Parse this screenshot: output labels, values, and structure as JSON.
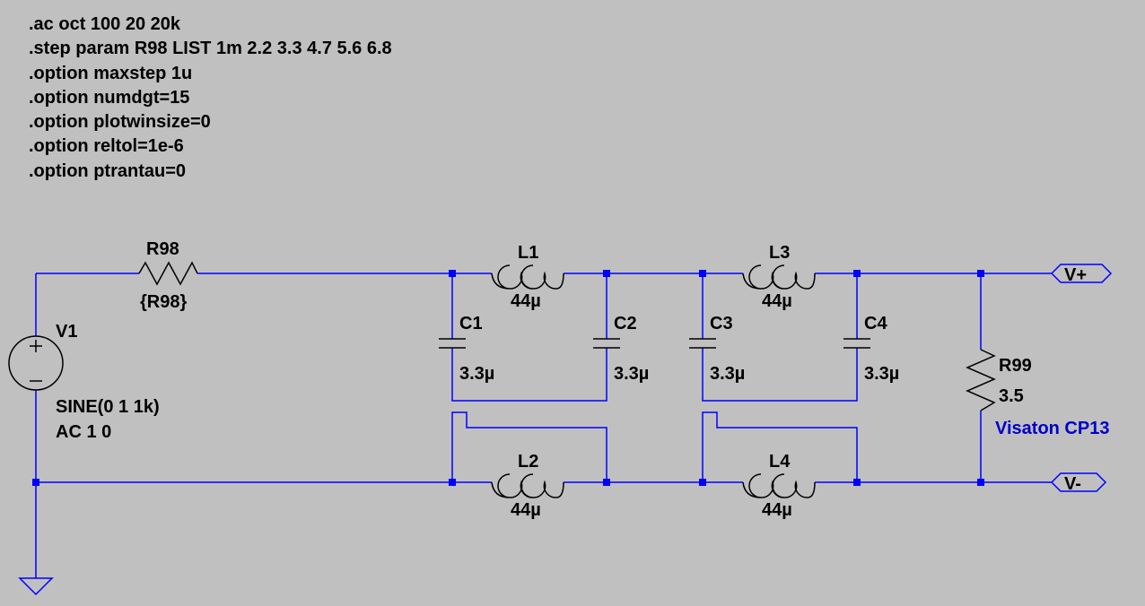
{
  "directives": [
    ".ac oct 100 20 20k",
    ".step param R98 LIST 1m 2.2 3.3 4.7 5.6 6.8",
    ".option maxstep 1u",
    ".option numdgt=15",
    ".option plotwinsize=0",
    ".option reltol=1e-6",
    ".option ptrantau=0"
  ],
  "components": {
    "R98": {
      "name": "R98",
      "value": "{R98}"
    },
    "L1": {
      "name": "L1",
      "value": "44µ"
    },
    "L2": {
      "name": "L2",
      "value": "44µ"
    },
    "L3": {
      "name": "L3",
      "value": "44µ"
    },
    "L4": {
      "name": "L4",
      "value": "44µ"
    },
    "C1": {
      "name": "C1",
      "value": "3.3µ"
    },
    "C2": {
      "name": "C2",
      "value": "3.3µ"
    },
    "C3": {
      "name": "C3",
      "value": "3.3µ"
    },
    "C4": {
      "name": "C4",
      "value": "3.3µ"
    },
    "V1": {
      "name": "V1",
      "value1": "SINE(0 1 1k)",
      "value2": "AC 1 0"
    },
    "R99": {
      "name": "R99",
      "value": "3.5",
      "note": "Visaton CP13"
    }
  },
  "ports": {
    "plus": "V+",
    "minus": "V-"
  },
  "colors": {
    "background": "#c0c0c0",
    "wire": "#0000ff",
    "component": "#000000",
    "note": "#0000c8"
  }
}
